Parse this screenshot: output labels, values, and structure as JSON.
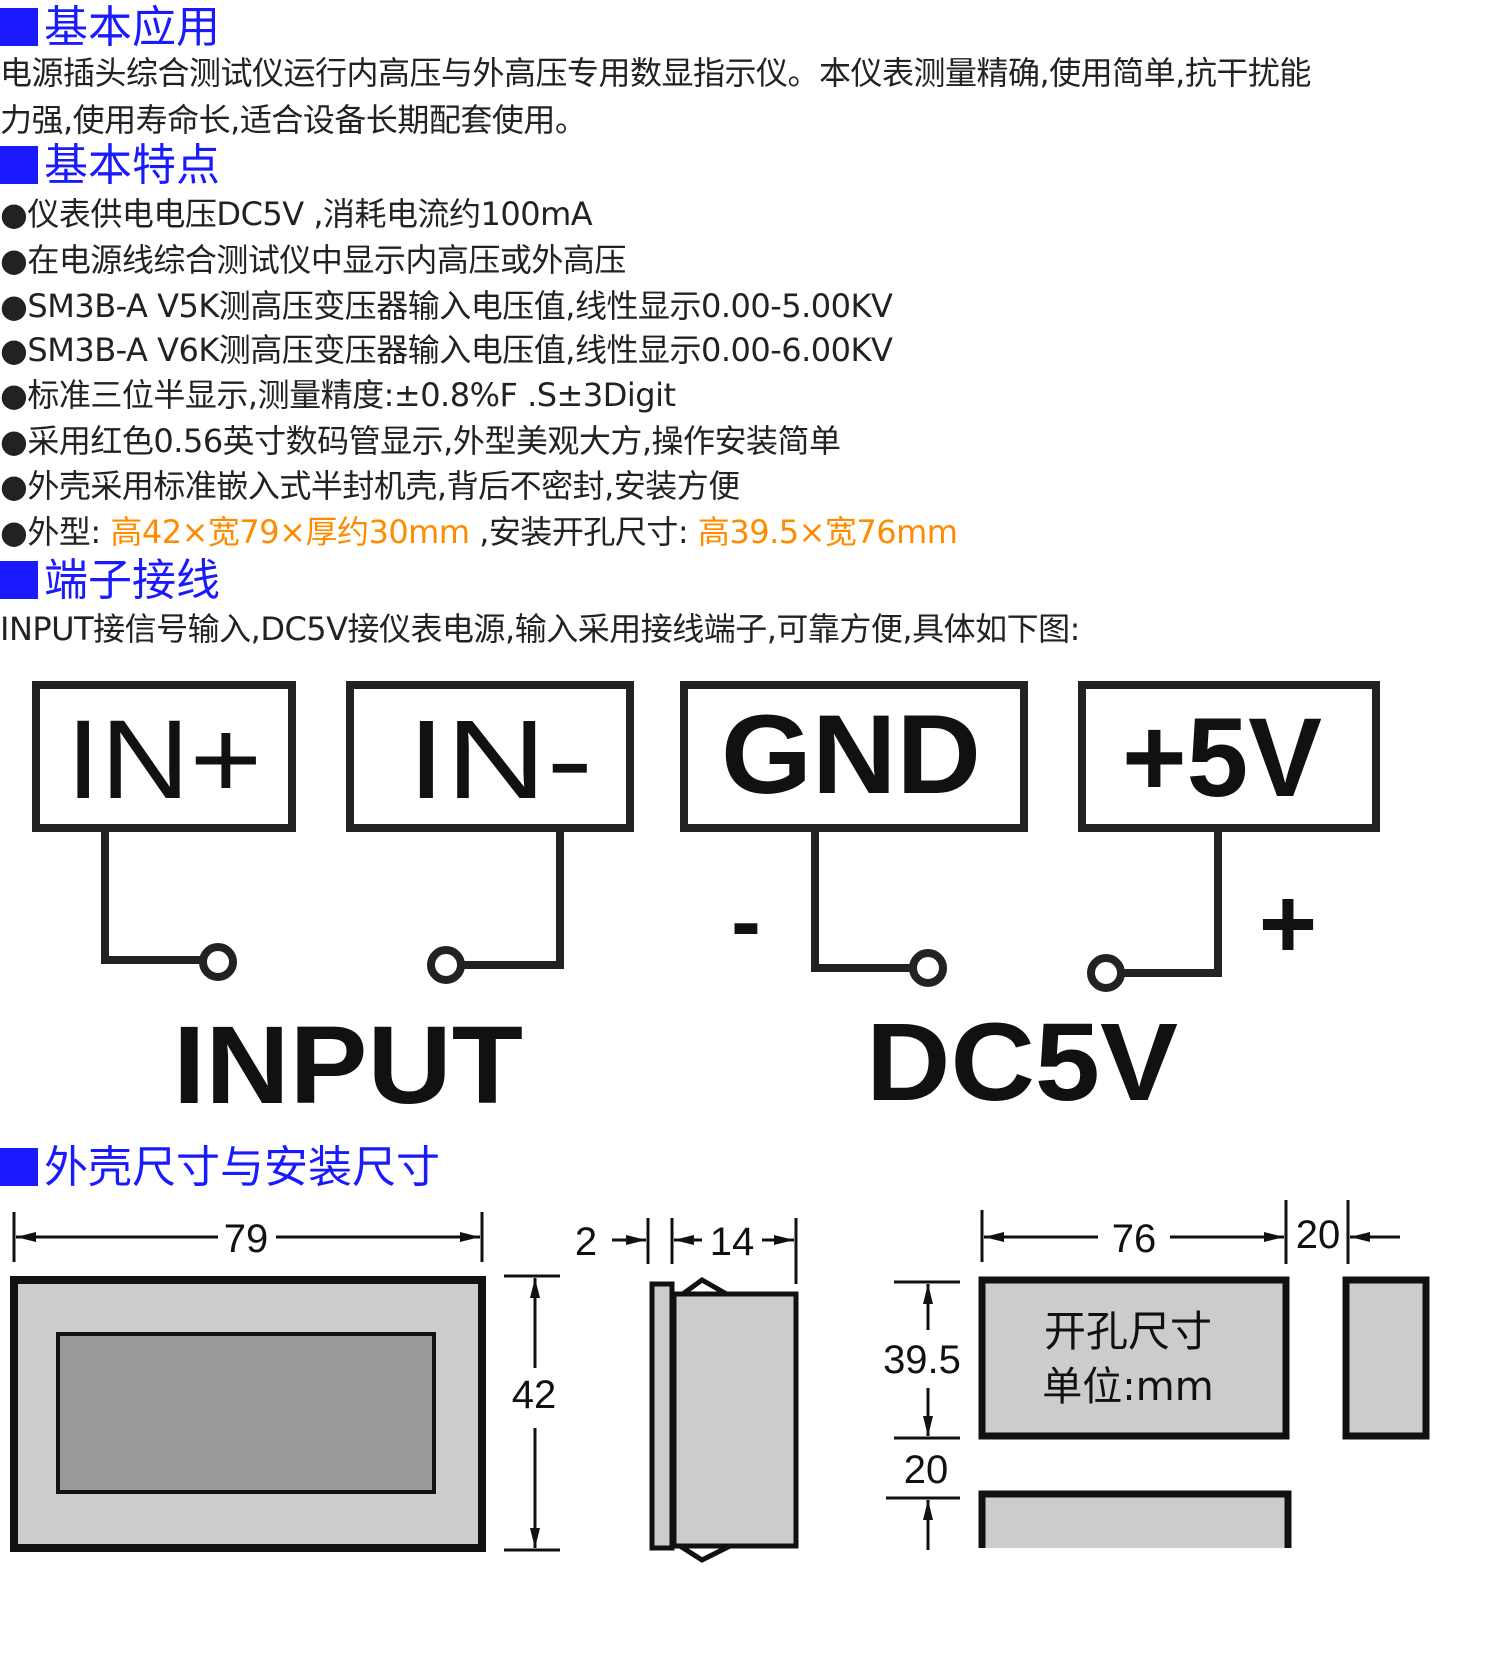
{
  "sections": {
    "basic_app": {
      "title": "基本应用",
      "line1": "电源插头综合测试仪运行内高压与外高压专用数显指示仪。本仪表测量精确,使用简单,抗干扰能",
      "line2": "力强,使用寿命长,适合设备长期配套使用。"
    },
    "features": {
      "title": "基本特点",
      "items": [
        "●仪表供电电压DC5V ,消耗电流约100mA",
        "●在电源线综合测试仪中显示内高压或外高压",
        "●SM3B-A V5K测高压变压器输入电压值,线性显示0.00-5.00KV",
        "●SM3B-A V6K测高压变压器输入电压值,线性显示0.00-6.00KV",
        "●标准三位半显示,测量精度:±0.8%F   .S±3Digit",
        "●采用红色0.56英寸数码管显示,外型美观大方,操作安装简单",
        "●外壳采用标准嵌入式半封机壳,背后不密封,安装方便"
      ],
      "dims": {
        "prefix": "●外型: ",
        "outer": "高42×宽79×厚约30mm",
        "middle": " ,安装开孔尺寸: ",
        "cutout": "高39.5×宽76mm"
      }
    },
    "wiring": {
      "title": "端子接线",
      "desc": "INPUT接信号输入,DC5V接仪表电源,输入采用接线端子,可靠方便,具体如下图:",
      "terminals": [
        "IN+",
        "IN-",
        "GND",
        "+5V"
      ],
      "group_input": "INPUT",
      "group_power": "DC5V",
      "minus": "-",
      "plus": "+"
    },
    "dimensions": {
      "title": "外壳尺寸与安装尺寸",
      "w79": "79",
      "h42": "42",
      "t2": "2",
      "t14": "14",
      "w76": "76",
      "g20a": "20",
      "h395": "39.5",
      "g20b": "20",
      "cut_label1": "开孔尺寸",
      "cut_label2": "单位:mm"
    }
  },
  "colors": {
    "heading": "#1a1aff",
    "highlight": "#ff8c00",
    "panel": "#cccccc",
    "window": "#999999"
  }
}
